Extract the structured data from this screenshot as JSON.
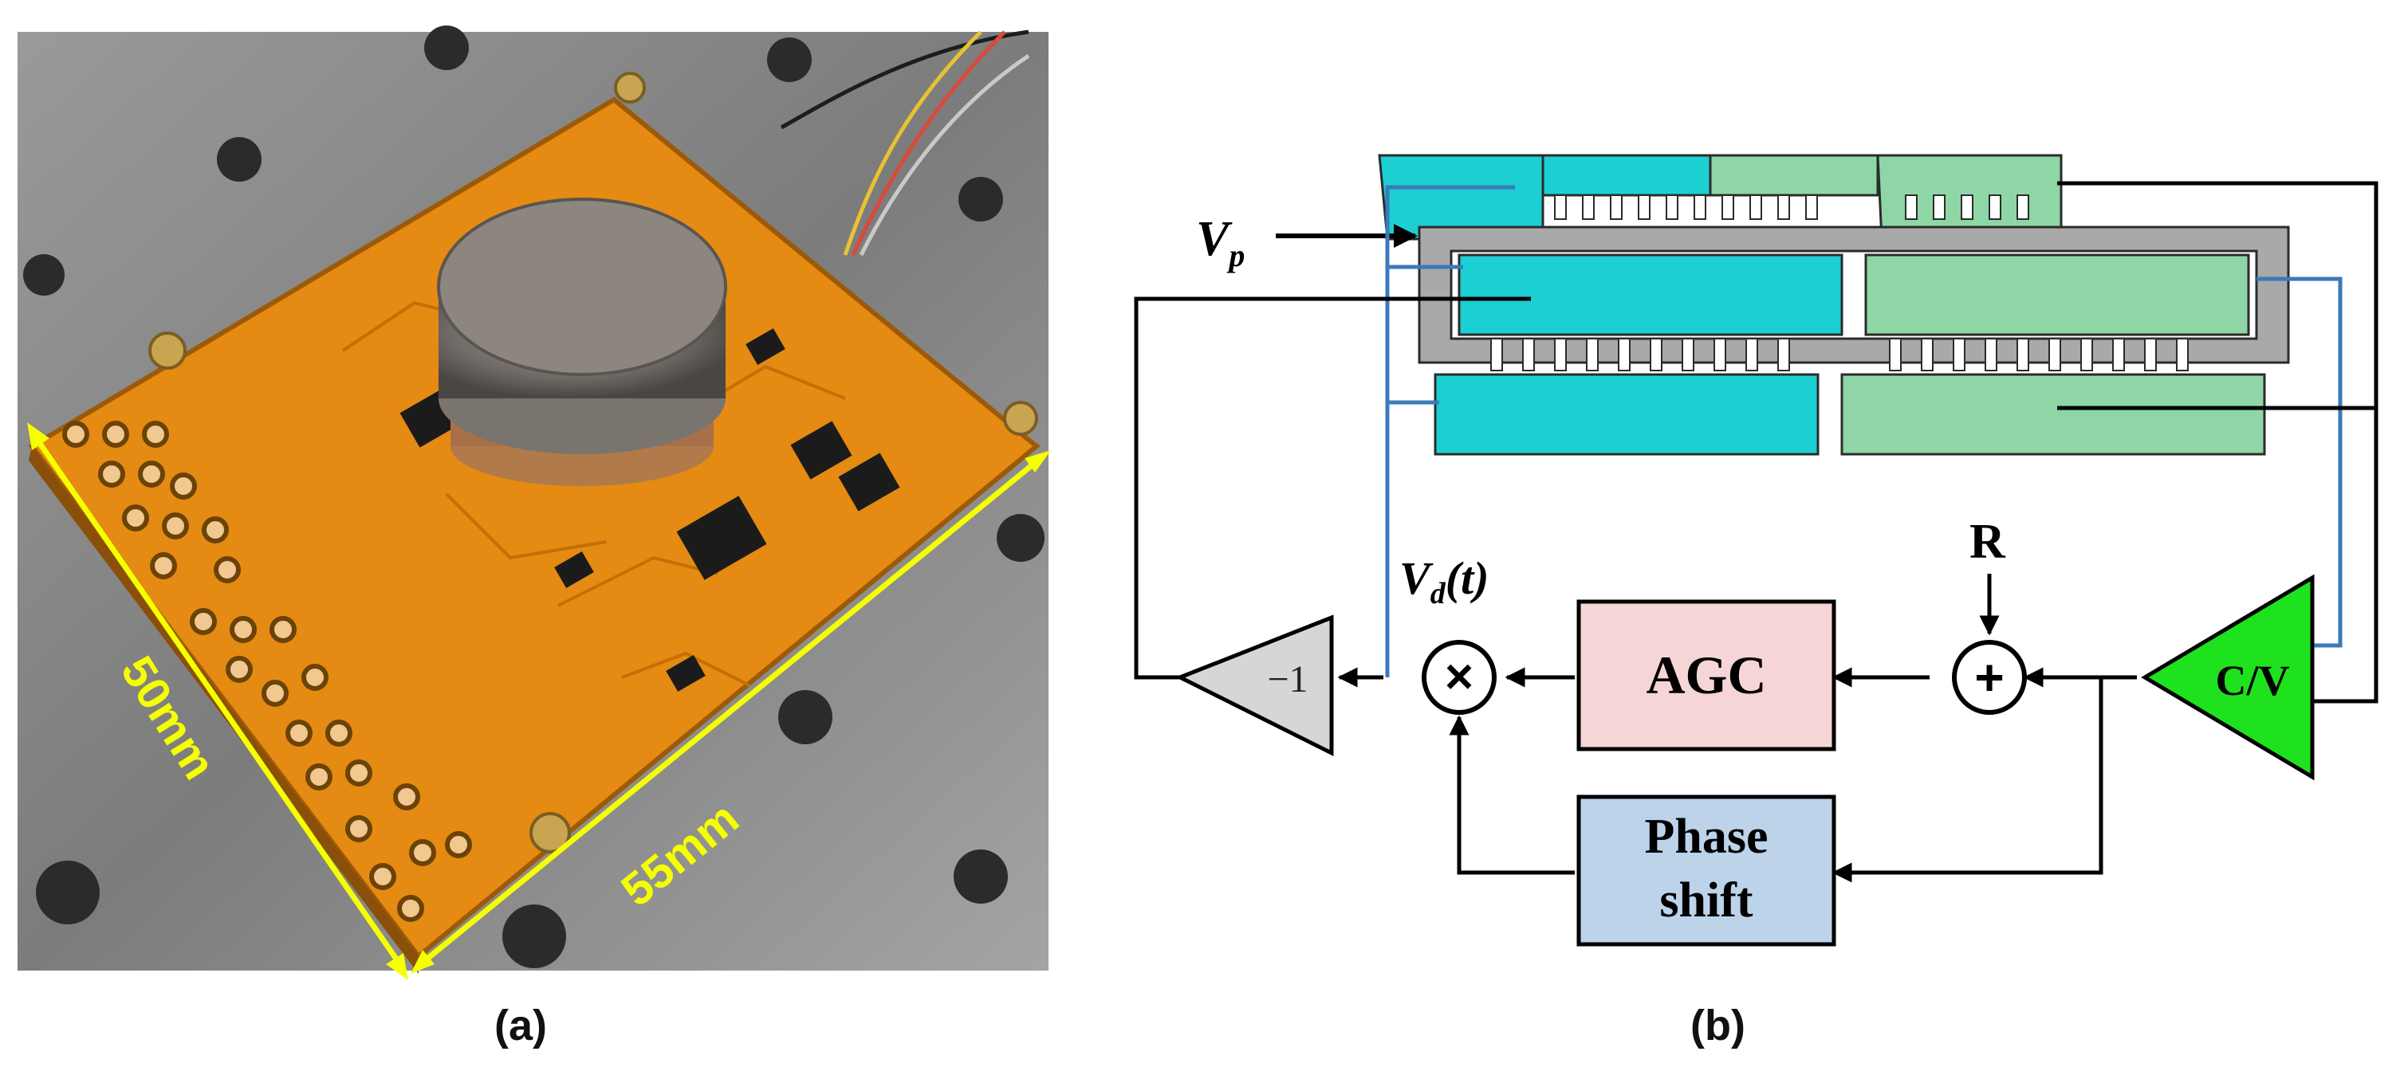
{
  "panel_a": {
    "dimension_width": "55mm",
    "dimension_height": "50mm",
    "caption": "(a)",
    "colors": {
      "pcb": "#e58a12",
      "dimension": "#f5ff00",
      "table": "#8e8e8e"
    }
  },
  "panel_b": {
    "caption": "(b)",
    "labels": {
      "vp_main": "V",
      "vp_sub": "p",
      "vd_main": "V",
      "vd_sub": "d",
      "vd_arg": "(t)",
      "reference": "R",
      "agc": "AGC",
      "phase_line1": "Phase",
      "phase_line2": "shift",
      "cv": "C/V",
      "inverter": "−1",
      "multiply": "×",
      "sum": "+"
    },
    "colors": {
      "electrode_cyan": "#1ccfd2",
      "electrode_green": "#8fd6a6",
      "frame_gray": "#a9a9a9",
      "wire_blue": "#3a7bb8",
      "agc_fill": "#f5d5d5",
      "phase_fill": "#bcd3ea",
      "cv_fill": "#1ee21e",
      "inverter_fill": "#d6d6d6"
    }
  }
}
